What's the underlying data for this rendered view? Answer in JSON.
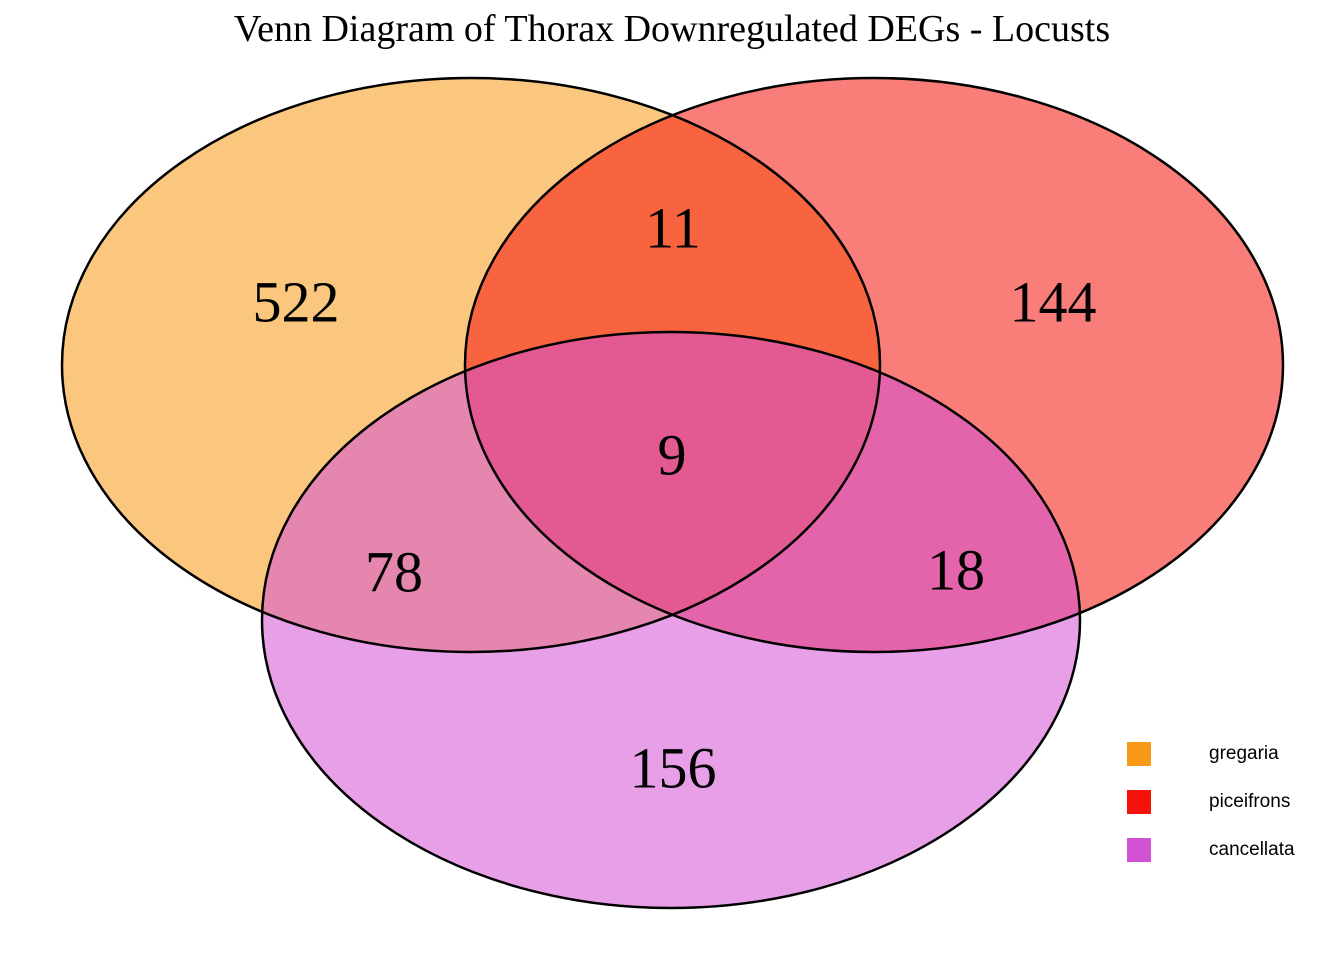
{
  "title": "Venn Diagram of Thorax Downregulated DEGs - Locusts",
  "chart_data": {
    "type": "venn",
    "title": "Venn Diagram of Thorax Downregulated DEGs - Locusts",
    "sets": [
      {
        "name": "gregaria",
        "color": "#F89916"
      },
      {
        "name": "piceifrons",
        "color": "#F4120B"
      },
      {
        "name": "cancellata",
        "color": "#D351D5"
      }
    ],
    "counts": {
      "gregaria_only": 522,
      "piceifrons_only": 144,
      "cancellata_only": 156,
      "gregaria_and_piceifrons": 11,
      "gregaria_and_cancellata": 78,
      "piceifrons_and_cancellata": 18,
      "all_three": 9
    },
    "legend": {
      "position": "bottom-right",
      "entries": [
        {
          "label": "gregaria",
          "color": "#F89916"
        },
        {
          "label": "piceifrons",
          "color": "#F4120B"
        },
        {
          "label": "cancellata",
          "color": "#D351D5"
        }
      ]
    }
  }
}
